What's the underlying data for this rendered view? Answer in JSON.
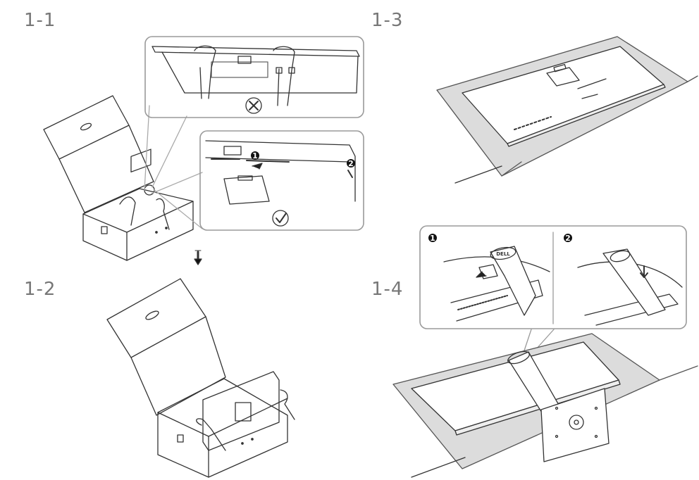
{
  "steps": {
    "s1": "1-1",
    "s2": "1-2",
    "s3": "1-3",
    "s4": "1-4"
  },
  "callouts": {
    "one": "1",
    "two": "2"
  },
  "icons": {
    "wrong": "cross-circle-icon",
    "right": "check-circle-icon",
    "down": "down-arrow-icon"
  },
  "brand": {
    "logo": "DELL"
  },
  "colors": {
    "line": "#333333",
    "label": "#777777",
    "panel_border": "#9a9a9a",
    "foam": "#d9d9d9"
  }
}
